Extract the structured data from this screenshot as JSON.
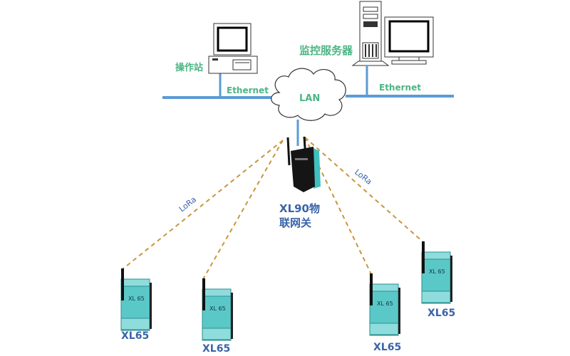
{
  "labels": {
    "workstation": "操作站",
    "server": "监控服务器",
    "ethernet_left": "Ethernet",
    "ethernet_right": "Ethernet",
    "lan": "LAN",
    "gateway_line1": "XL90物",
    "gateway_line2": "联网关",
    "lora_left": "LoRa",
    "lora_right": "LoRa",
    "device_text": "XL 65",
    "nodes": [
      "XL65",
      "XL65",
      "XL65",
      "XL65"
    ]
  },
  "colors": {
    "network_line": "#5b9bd5",
    "label_green": "#4db584",
    "label_blue": "#3a64a8",
    "lora_link": "#c8963e",
    "device_teal": "#5bc8c8"
  }
}
